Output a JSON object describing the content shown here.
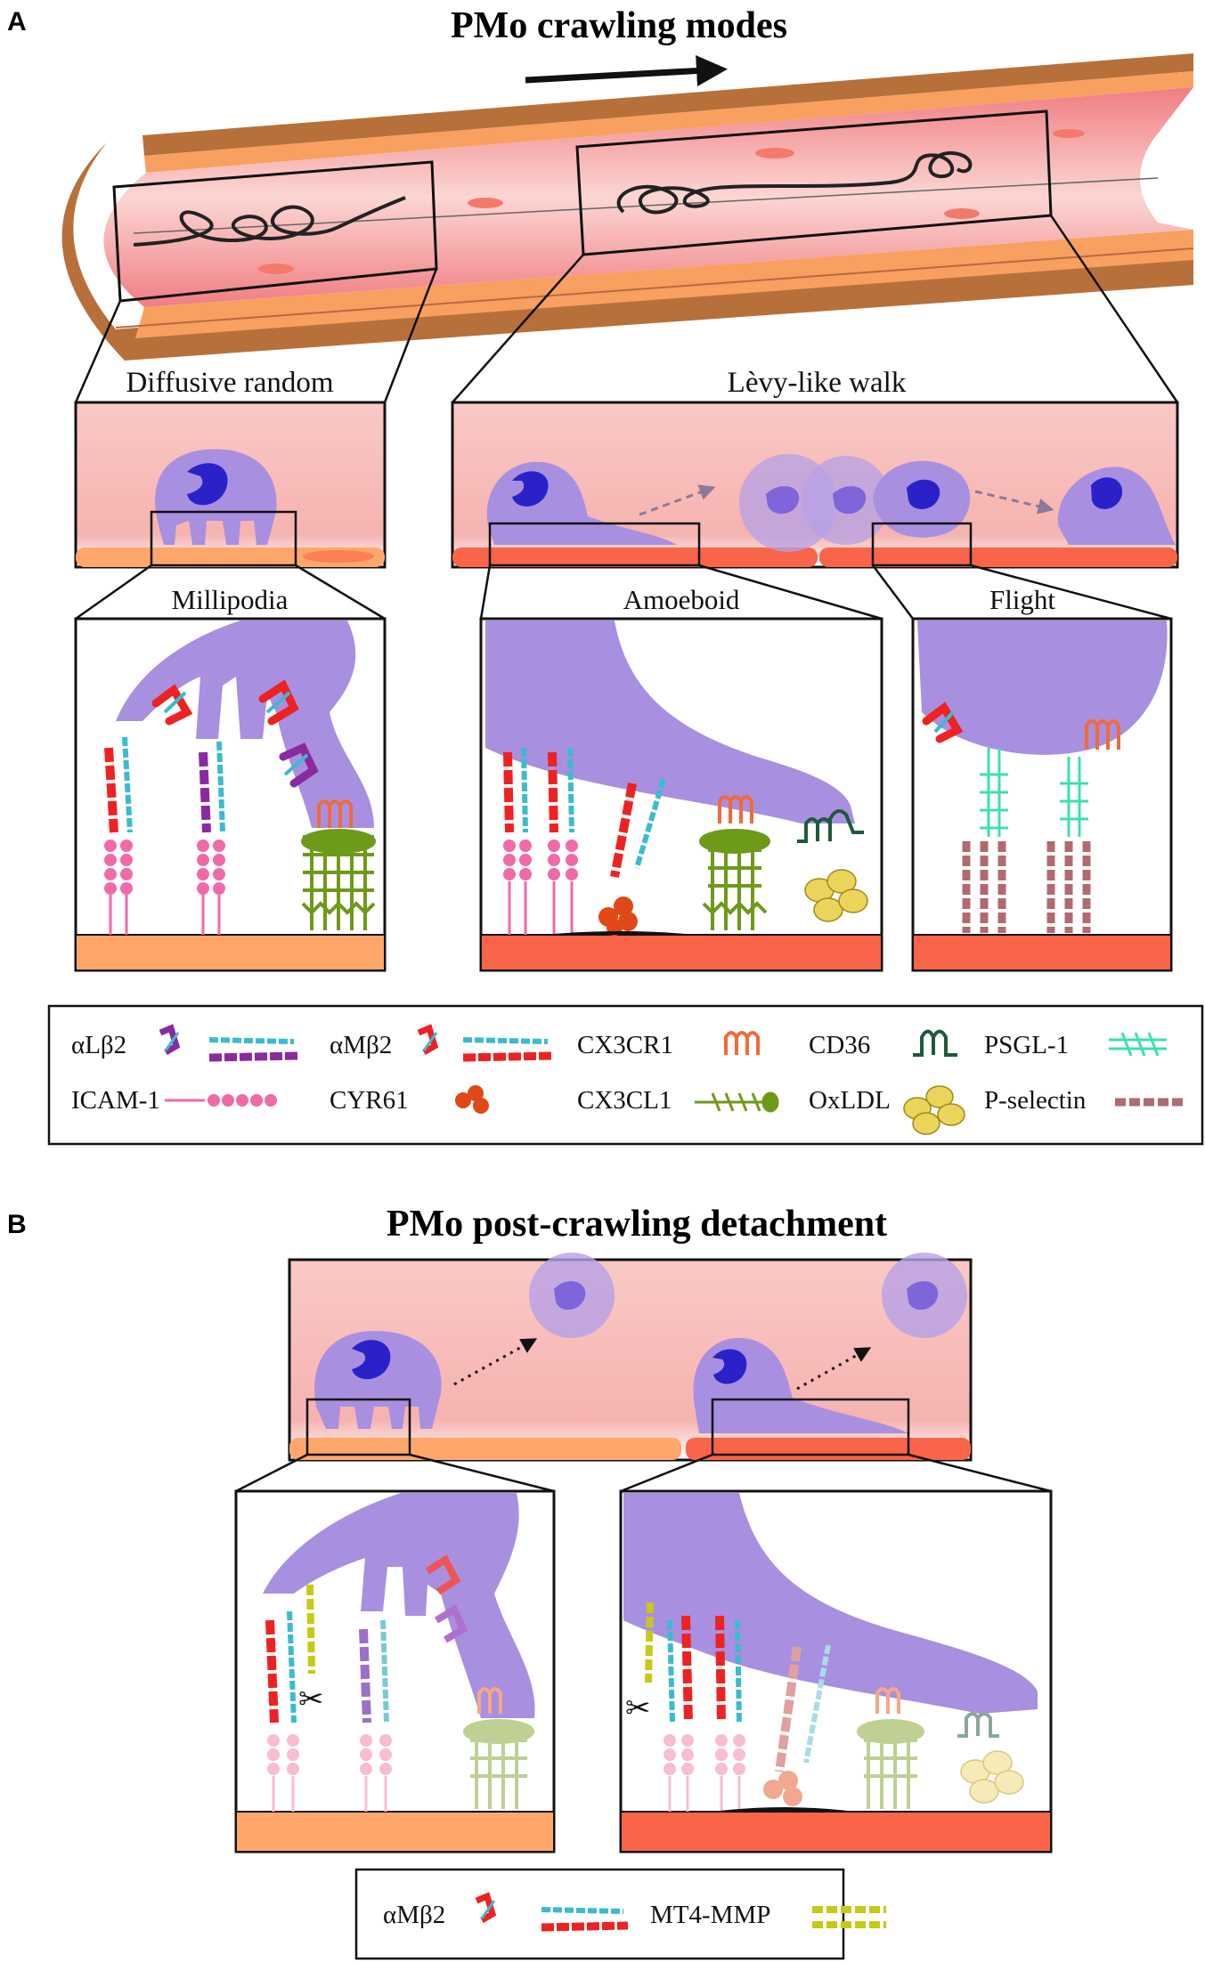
{
  "panel_a": {
    "letter": "A",
    "title": "PMo crawling modes",
    "modes": [
      "Diffusive random",
      "Lèvy-like walk"
    ],
    "subpanels": [
      "Millipodia",
      "Amoeboid",
      "Flight"
    ]
  },
  "legend_a": [
    {
      "label": "αLβ2",
      "icon": "alpha-l-beta2-integrin-icon"
    },
    {
      "label": "αMβ2",
      "icon": "alpha-m-beta2-integrin-icon"
    },
    {
      "label": "CX3CR1",
      "icon": "cx3cr1-receptor-icon"
    },
    {
      "label": "CD36",
      "icon": "cd36-receptor-icon"
    },
    {
      "label": "PSGL-1",
      "icon": "psgl1-icon"
    },
    {
      "label": "ICAM-1",
      "icon": "icam1-icon"
    },
    {
      "label": "CYR61",
      "icon": "cyr61-icon"
    },
    {
      "label": "CX3CL1",
      "icon": "cx3cl1-icon"
    },
    {
      "label": "OxLDL",
      "icon": "oxldl-icon"
    },
    {
      "label": "P-selectin",
      "icon": "p-selectin-icon"
    }
  ],
  "panel_b": {
    "letter": "B",
    "title": "PMo post-crawling detachment"
  },
  "legend_b": [
    {
      "label": "αMβ2",
      "icon": "alpha-m-beta2-integrin-icon"
    },
    {
      "label": "MT4-MMP",
      "icon": "mt4-mmp-icon"
    }
  ],
  "colors": {
    "cell": "#a98fe0",
    "nucleus": "#2a22c8",
    "vessel_lumen": "#f59a9a",
    "endothelium_light": "#ffa76b",
    "endothelium_dark": "#fa6448",
    "alpha_m": "#ee2222",
    "alpha_l": "#8a2aa0",
    "beta2": "#3cbad0",
    "icam1": "#f06aa8",
    "cx3cr1": "#f06a3a",
    "cx3cl1": "#6e9a1a",
    "cd36": "#1f5a3a",
    "psgl1": "#3de0b0",
    "p_selectin": "#b06a70",
    "oxldl": "#ead45a",
    "cyr61": "#e04818",
    "mt4_mmp": "#c8c818"
  }
}
